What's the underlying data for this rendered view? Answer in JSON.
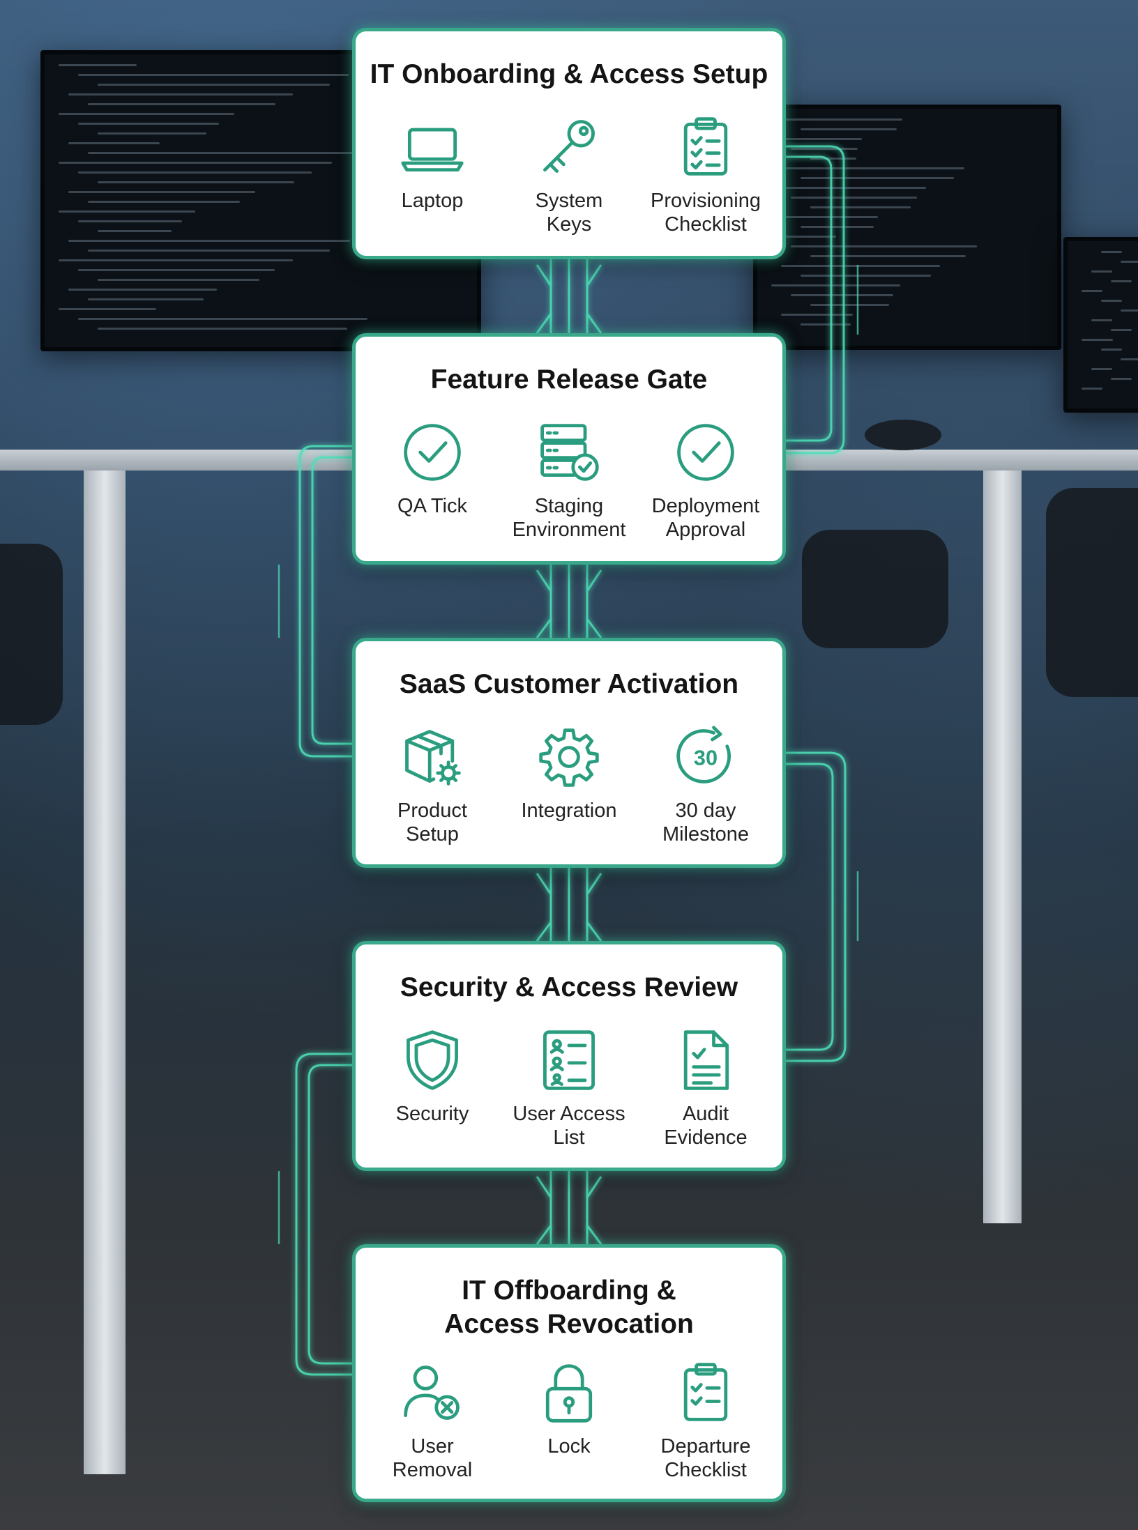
{
  "stages": [
    {
      "title": "IT Onboarding & Access Setup",
      "items": [
        {
          "label": "Laptop",
          "icon": "laptop-icon"
        },
        {
          "label": "System\nKeys",
          "icon": "key-icon"
        },
        {
          "label": "Provisioning\nChecklist",
          "icon": "clipboard-checklist-icon"
        }
      ]
    },
    {
      "title": "Feature Release Gate",
      "items": [
        {
          "label": "QA Tick",
          "icon": "check-circle-icon"
        },
        {
          "label": "Staging\nEnvironment",
          "icon": "server-check-icon"
        },
        {
          "label": "Deployment\nApproval",
          "icon": "check-circle-icon"
        }
      ]
    },
    {
      "title": "SaaS Customer Activation",
      "items": [
        {
          "label": "Product\nSetup",
          "icon": "box-gear-icon"
        },
        {
          "label": "Integration",
          "icon": "gear-icon"
        },
        {
          "label": "30 day\nMilestone",
          "icon": "circular-30-icon",
          "badge": "30"
        }
      ]
    },
    {
      "title": "Security & Access Review",
      "items": [
        {
          "label": "Security",
          "icon": "shield-icon"
        },
        {
          "label": "User Access\nList",
          "icon": "user-list-icon"
        },
        {
          "label": "Audit\nEvidence",
          "icon": "document-check-icon"
        }
      ]
    },
    {
      "title": "IT Offboarding &\nAccess Revocation",
      "items": [
        {
          "label": "User\nRemoval",
          "icon": "user-remove-icon"
        },
        {
          "label": "Lock",
          "icon": "lock-icon"
        },
        {
          "label": "Departure\nChecklist",
          "icon": "clipboard-checklist-icon"
        }
      ]
    }
  ],
  "colors": {
    "accent": "#2a9d7f",
    "glow": "#4ee0b8",
    "card_border": "#3aa88a"
  }
}
